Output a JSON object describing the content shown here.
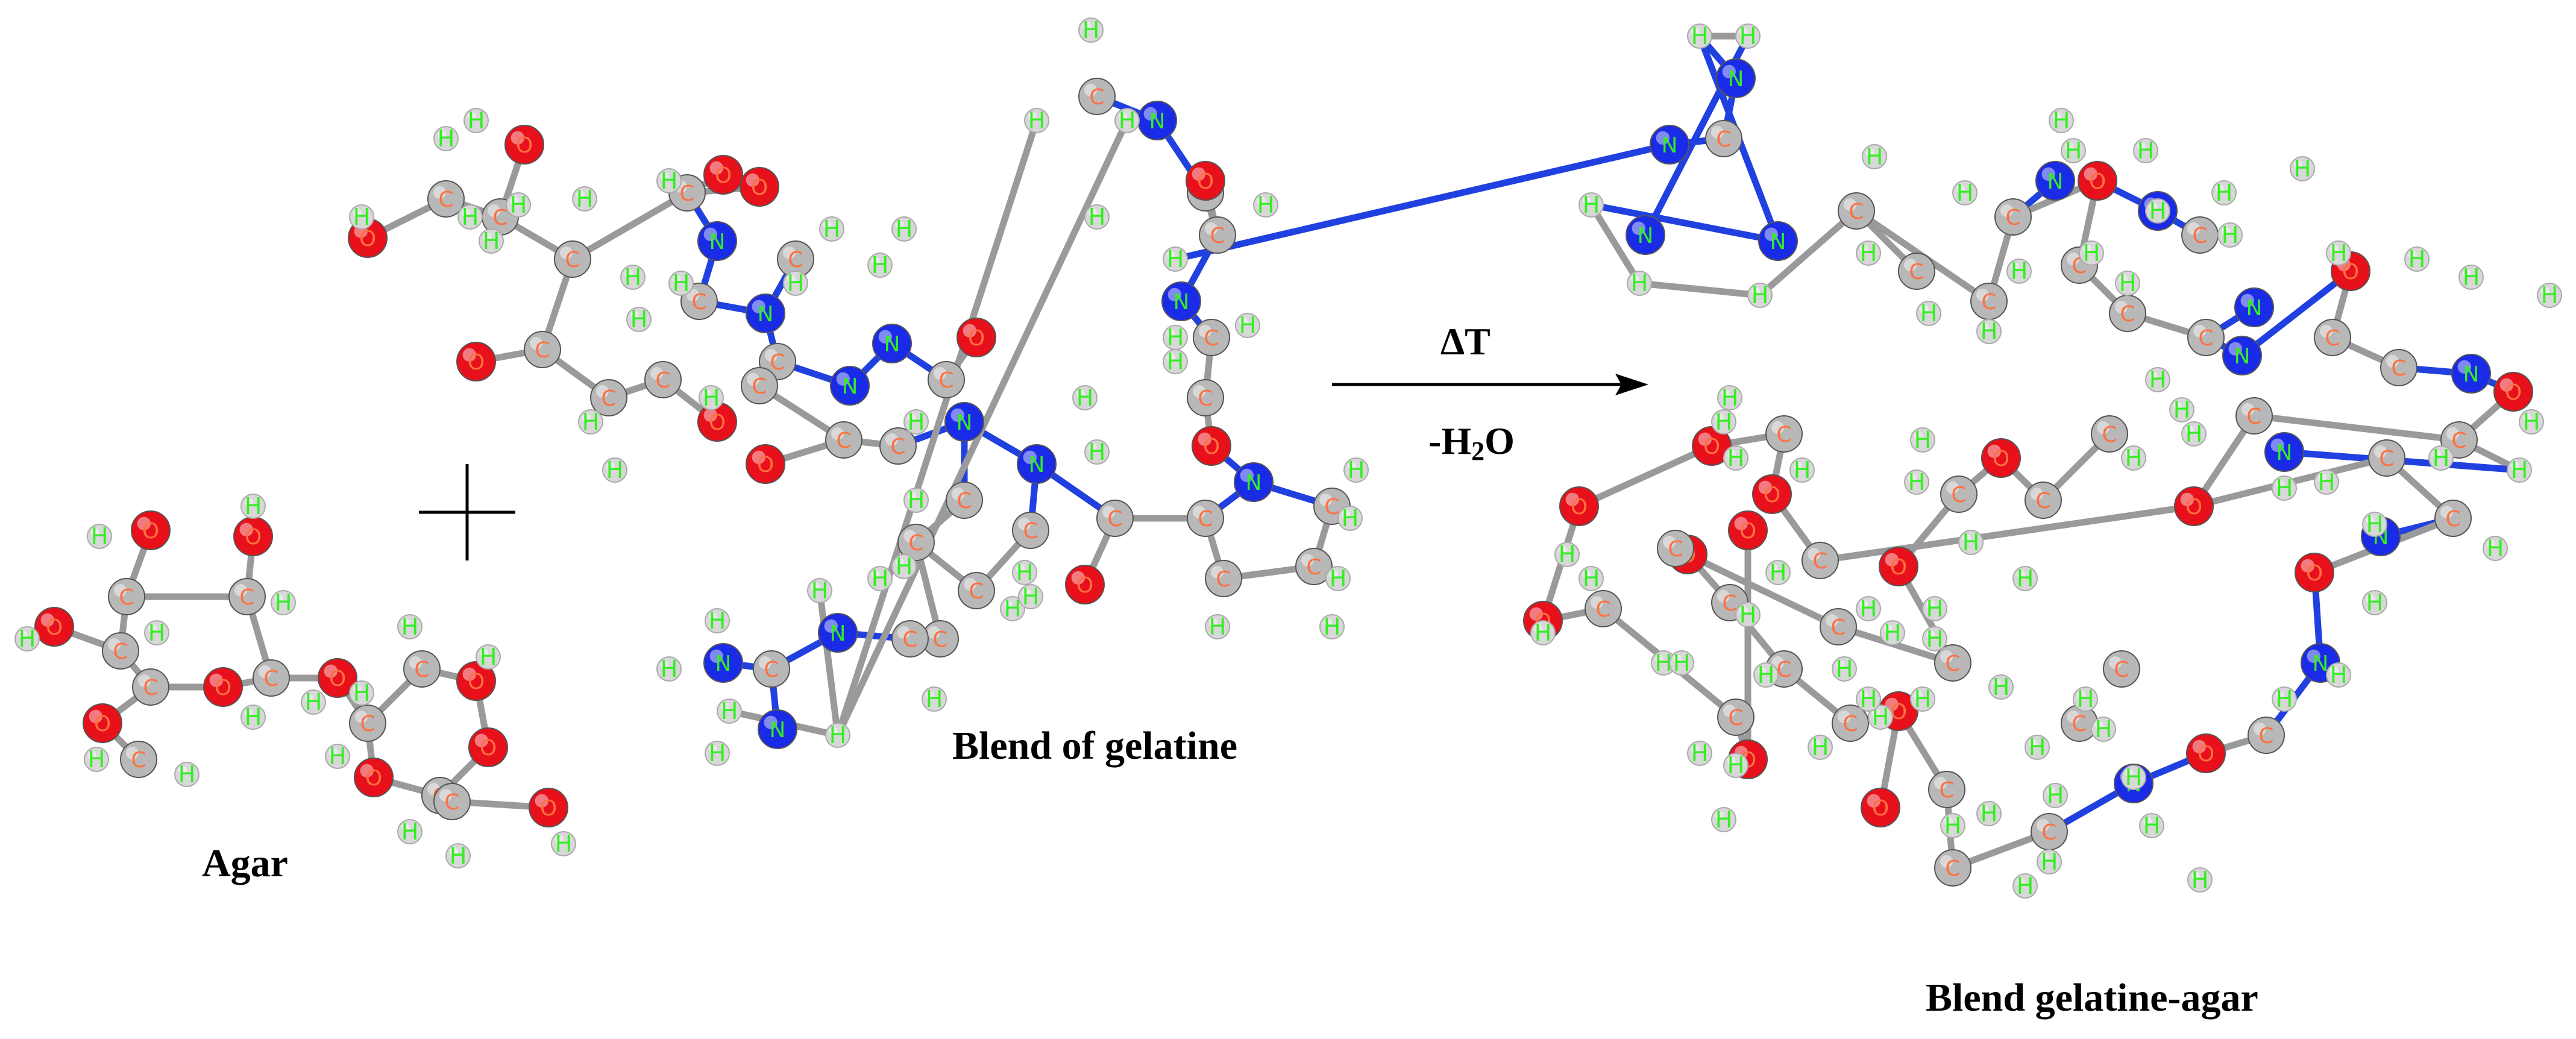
{
  "colors": {
    "carbon": "#b8b8b8",
    "oxygen": "#e8101a",
    "nitrogen": "#1a2be8",
    "hydrogen": "#d8d8d8",
    "hydrogen_label": "#33ee22",
    "bond": "#9a9a9a",
    "n_bond": "#2040e0"
  },
  "atom_symbols": {
    "C": "C",
    "O": "O",
    "N": "N",
    "H": "H"
  },
  "labels": {
    "agar": "Agar",
    "gelatine": "Blend of gelatine",
    "product": "Blend gelatine-agar",
    "heat": "ΔT",
    "water_prefix": "-H",
    "water_sub": "2",
    "water_suffix": "O"
  },
  "symbols": {
    "plus": "plus-sign",
    "arrow": "reaction-arrow"
  }
}
